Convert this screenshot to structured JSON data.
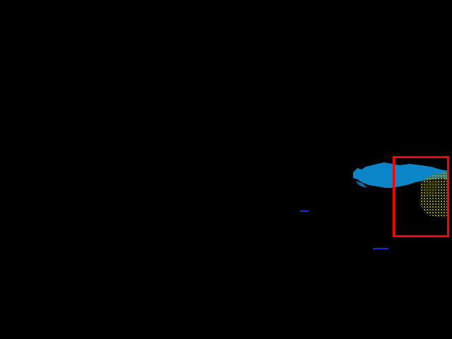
{
  "scene": {
    "background_color": "#000000",
    "segments": [
      {
        "name": "cyan-region",
        "color": "#0a86c8"
      },
      {
        "name": "olive-region",
        "color": "#8c8a1a"
      },
      {
        "name": "blue-fleck",
        "color": "#1a2ad0"
      }
    ],
    "selection": {
      "color": "#ff0000"
    }
  }
}
